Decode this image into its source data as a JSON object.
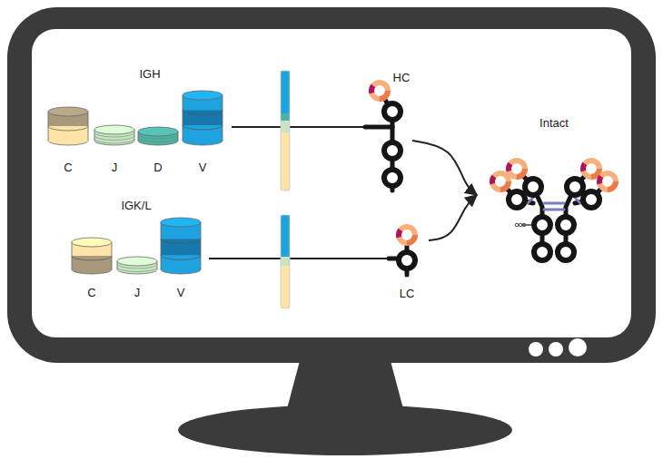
{
  "diagram": {
    "nodes": [
      {
        "text": [
          "IGH"
        ]
      },
      {
        "text": [
          "C"
        ],
        "in": 0
      },
      {
        "text": [
          "J"
        ],
        "in": 0
      },
      {
        "text": [
          "D"
        ],
        "in": 0
      },
      {
        "text": [
          "V"
        ],
        "in": 0
      },
      {
        "text": [
          "HC"
        ]
      },
      {
        "text": [
          "Intact"
        ]
      },
      {
        "text": [
          "IGK/L"
        ]
      },
      {
        "text": [
          "C"
        ],
        "in": 7
      },
      {
        "text": [
          "J"
        ],
        "in": 7
      },
      {
        "text": [
          "V"
        ],
        "in": 7
      },
      {
        "text": [
          "LC"
        ]
      }
    ],
    "edges": [
      {
        "from": 0,
        "to": 5,
        "arrow": "none"
      },
      {
        "from": 7,
        "to": 11,
        "arrow": "none"
      },
      {
        "from": 5,
        "to": 6,
        "arrow": "to"
      },
      {
        "from": 11,
        "to": 6,
        "arrow": "to"
      }
    ]
  }
}
